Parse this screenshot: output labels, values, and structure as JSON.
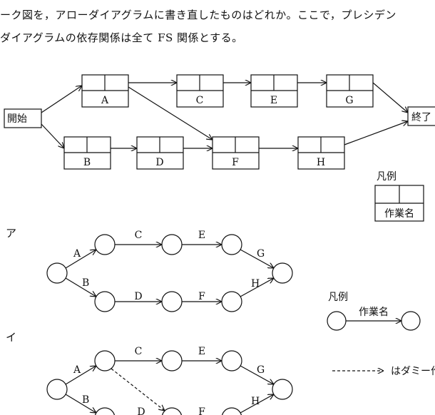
{
  "question": {
    "line1": "ーク図を，アローダイアグラムに書き直したものはどれか。ここで，プレシデン",
    "line2": "ダイアグラムの依存関係は全て FS 関係とする。"
  },
  "precedence": {
    "start_label": "開始",
    "end_label": "終了",
    "tasks": [
      "A",
      "B",
      "C",
      "D",
      "E",
      "F",
      "G",
      "H"
    ],
    "legend_title": "凡例",
    "legend_label": "作業名"
  },
  "option_a": {
    "label": "ア",
    "activities": [
      "A",
      "B",
      "C",
      "D",
      "E",
      "F",
      "G",
      "H"
    ],
    "legend_title": "凡例",
    "legend_label": "作業名"
  },
  "option_i": {
    "label": "イ",
    "activities": [
      "A",
      "B",
      "C",
      "D",
      "E",
      "F",
      "G",
      "H"
    ],
    "dummy_legend": "はダミー作業"
  }
}
